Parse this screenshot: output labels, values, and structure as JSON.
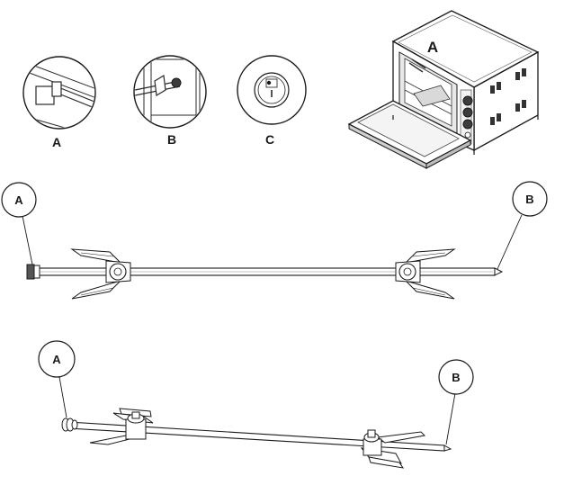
{
  "details": [
    {
      "id": "detail-a",
      "label": "A"
    },
    {
      "id": "detail-b",
      "label": "B"
    },
    {
      "id": "detail-c",
      "label": "C"
    }
  ],
  "oven": {
    "callout": "A"
  },
  "spit_side_view": {
    "end_left": "A",
    "end_right": "B"
  },
  "spit_perspective": {
    "end_left": "A",
    "end_right": "B"
  }
}
